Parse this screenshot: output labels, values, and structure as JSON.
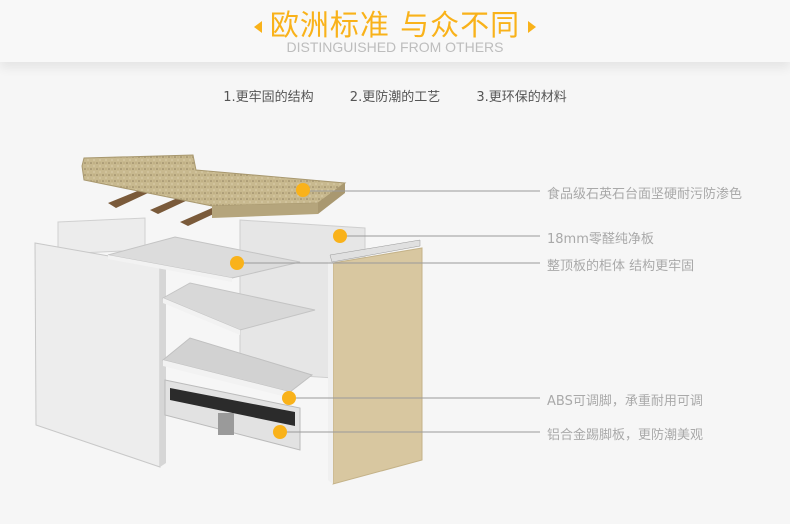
{
  "header": {
    "title": "欧洲标准 与众不同",
    "subtitle": "DISTINGUISHED FROM OTHERS"
  },
  "features": [
    "1.更牢固的结构",
    "2.更防潮的工艺",
    "3.更环保的材料"
  ],
  "callouts": [
    "食品级石英石台面坚硬耐污防渗色",
    "18mm零醛纯净板",
    "整顶板的柜体 结构更牢固",
    "ABS可调脚，承重耐用可调",
    "铝合金踢脚板，更防潮美观"
  ],
  "colors": {
    "accent": "#f9b21a",
    "door": "#d8c7a0",
    "countertop": "#c8b98f"
  }
}
